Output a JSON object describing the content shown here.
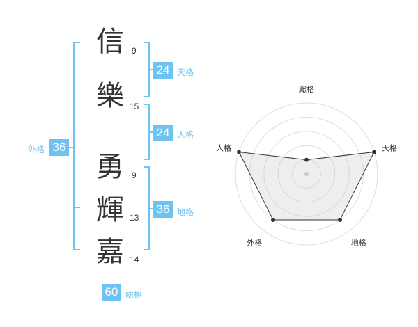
{
  "name": {
    "characters": [
      {
        "char": "信",
        "strokes": "9"
      },
      {
        "char": "樂",
        "strokes": "15"
      },
      {
        "char": "勇",
        "strokes": "9"
      },
      {
        "char": "輝",
        "strokes": "13"
      },
      {
        "char": "嘉",
        "strokes": "14"
      }
    ]
  },
  "kakusu": {
    "tenkaku": {
      "value": "24",
      "label": "天格"
    },
    "jinkaku": {
      "value": "24",
      "label": "人格"
    },
    "chikaku": {
      "value": "36",
      "label": "地格"
    },
    "gaikaku": {
      "value": "36",
      "label": "外格"
    },
    "soukaku": {
      "value": "60",
      "label": "総格"
    }
  },
  "colors": {
    "accent": "#6fc3f2",
    "text": "#333333",
    "grid": "#dddddd"
  },
  "chart_data": {
    "type": "radar",
    "axes": [
      "総格",
      "天格",
      "地格",
      "外格",
      "人格"
    ],
    "max": 5,
    "values": [
      1,
      5,
      4,
      4,
      5
    ]
  }
}
